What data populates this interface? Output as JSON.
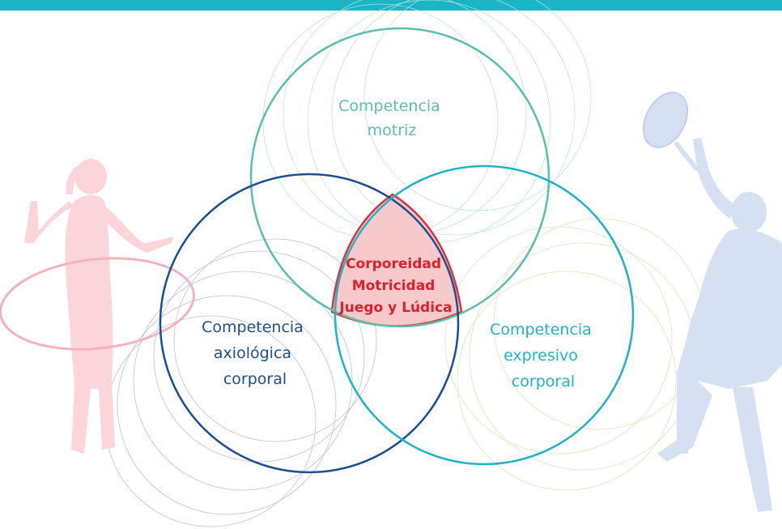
{
  "colors": {
    "header": "#1cb5c6",
    "motriz": "#5cbfa8",
    "axiologica": "#1a4f94",
    "expresivo": "#1cb5c6",
    "center_stroke": "#e0303a",
    "center_fill": "#f7c9cb",
    "center_text": "#d8232f",
    "silhouette_left": "#fbd5da",
    "silhouette_right": "#d6e0f3"
  },
  "circles": {
    "motriz": {
      "lines": [
        "Competencia",
        "motriz"
      ]
    },
    "axiologica": {
      "lines": [
        "Competencia",
        "axiológica",
        "corporal"
      ]
    },
    "expresivo": {
      "lines": [
        "Competencia",
        "expresivo",
        "corporal"
      ]
    }
  },
  "center": {
    "lines": [
      "Corporeidad",
      "Motricidad",
      "Juego y Lúdica"
    ]
  },
  "decor": {
    "left_figure": "hula-hoop-girl-silhouette",
    "right_figure": "tennis-player-silhouette"
  }
}
